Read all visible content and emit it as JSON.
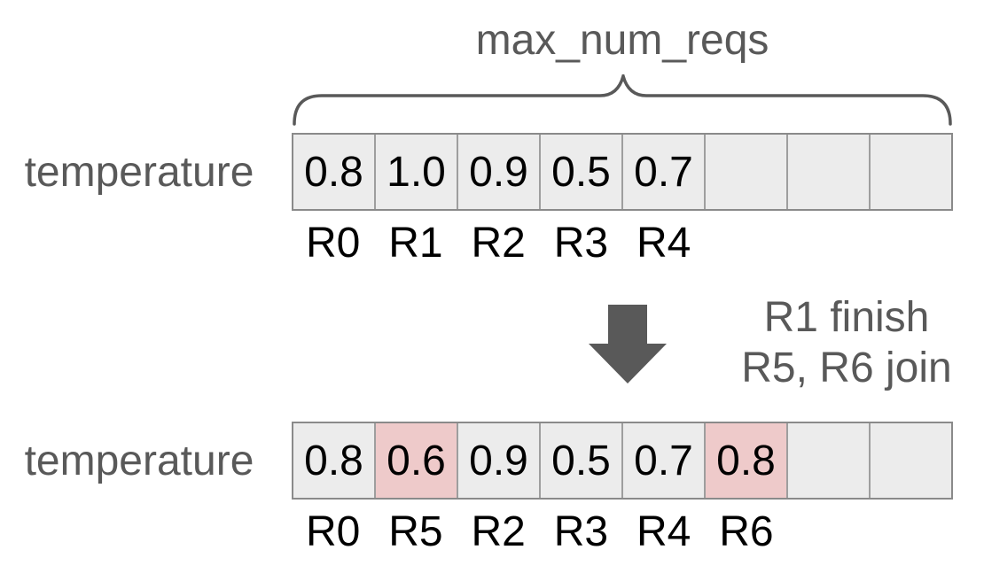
{
  "diagram": {
    "brace": {
      "label": "max_num_reqs"
    },
    "transition": {
      "arrow_icon": "down-arrow",
      "line1": "R1 finish",
      "line2": "R5, R6 join"
    },
    "rows": [
      {
        "label": "temperature",
        "cells": [
          {
            "value": "0.8",
            "tag": "R0",
            "highlight": false
          },
          {
            "value": "1.0",
            "tag": "R1",
            "highlight": false
          },
          {
            "value": "0.9",
            "tag": "R2",
            "highlight": false
          },
          {
            "value": "0.5",
            "tag": "R3",
            "highlight": false
          },
          {
            "value": "0.7",
            "tag": "R4",
            "highlight": false
          },
          {
            "value": "",
            "tag": "",
            "highlight": false
          },
          {
            "value": "",
            "tag": "",
            "highlight": false
          },
          {
            "value": "",
            "tag": "",
            "highlight": false
          }
        ]
      },
      {
        "label": "temperature",
        "cells": [
          {
            "value": "0.8",
            "tag": "R0",
            "highlight": false
          },
          {
            "value": "0.6",
            "tag": "R5",
            "highlight": true
          },
          {
            "value": "0.9",
            "tag": "R2",
            "highlight": false
          },
          {
            "value": "0.5",
            "tag": "R3",
            "highlight": false
          },
          {
            "value": "0.7",
            "tag": "R4",
            "highlight": false
          },
          {
            "value": "0.8",
            "tag": "R6",
            "highlight": true
          },
          {
            "value": "",
            "tag": "",
            "highlight": false
          },
          {
            "value": "",
            "tag": "",
            "highlight": false
          }
        ]
      }
    ],
    "colors": {
      "cell_bg": "#ececec",
      "cell_highlight_bg": "#eecaca",
      "cell_border": "#9e9e9e",
      "array_outer_border": "#8a8a8a",
      "muted_text": "#595959",
      "value_text": "#000000",
      "background": "#ffffff"
    }
  }
}
